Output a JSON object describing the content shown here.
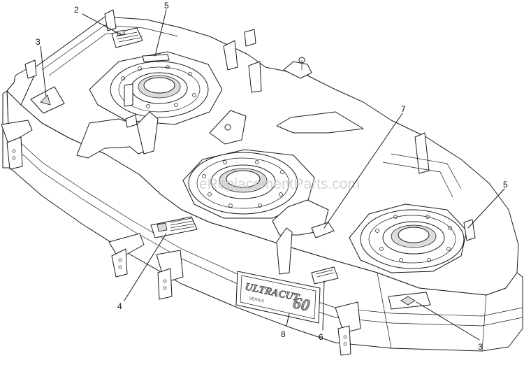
{
  "watermark": "eReplacementParts.com",
  "logo": {
    "brand": "ULTRACUT",
    "size": "60",
    "series": "SERIES"
  },
  "callouts": [
    {
      "id": "c-2a",
      "text": "2"
    },
    {
      "id": "c-5a",
      "text": "5"
    },
    {
      "id": "c-3a",
      "text": "3"
    },
    {
      "id": "c-7",
      "text": "7"
    },
    {
      "id": "c-5b",
      "text": "5"
    },
    {
      "id": "c-4",
      "text": "4"
    },
    {
      "id": "c-8",
      "text": "8"
    },
    {
      "id": "c-6",
      "text": "6"
    },
    {
      "id": "c-3b",
      "text": "3"
    }
  ]
}
